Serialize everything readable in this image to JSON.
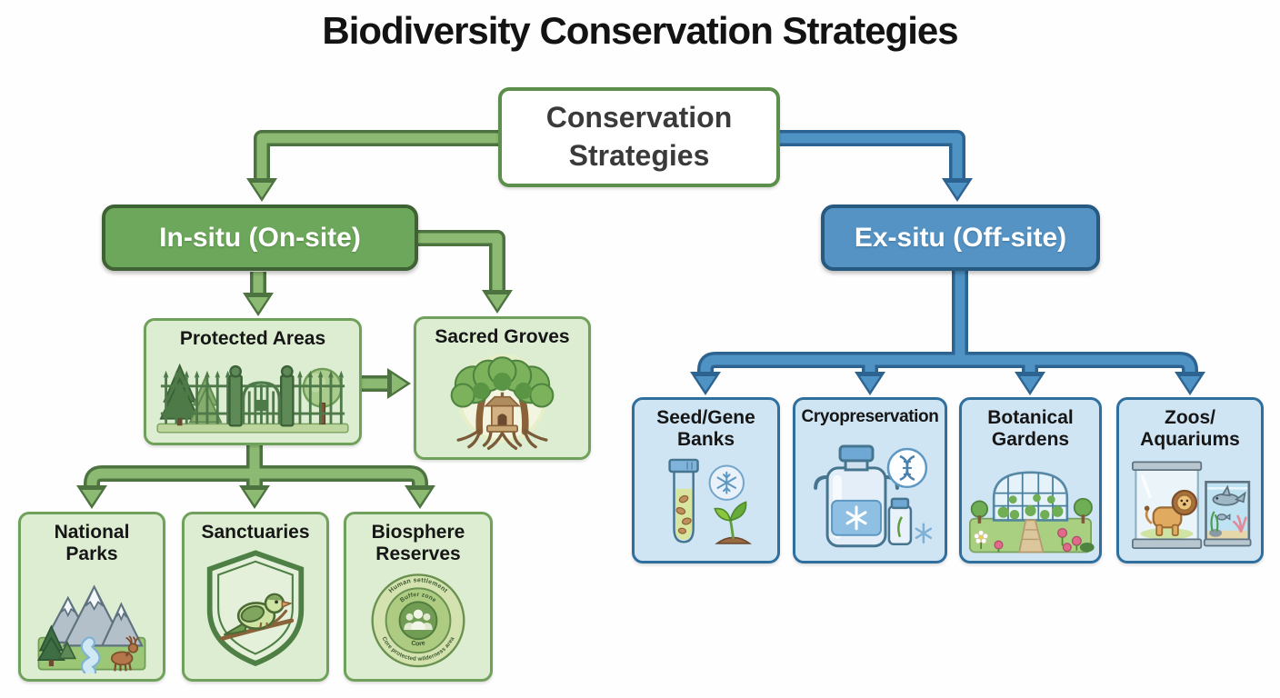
{
  "title": "Biodiversity Conservation Strategies",
  "root": {
    "lines": [
      "Conservation",
      "Strategies"
    ]
  },
  "branches": {
    "in_situ": {
      "label": "In-situ (On-site)"
    },
    "ex_situ": {
      "label": "Ex-situ (Off-site)"
    }
  },
  "nodes": {
    "protected_areas": {
      "lines": [
        "Protected Areas"
      ],
      "icon": "park-gate-icon"
    },
    "sacred_groves": {
      "lines": [
        "Sacred Groves"
      ],
      "icon": "sacred-grove-shrine-icon"
    },
    "national_parks": {
      "lines": [
        "National",
        "Parks"
      ],
      "icon": "mountains-river-deer-icon"
    },
    "sanctuaries": {
      "lines": [
        "Sanctuaries"
      ],
      "icon": "shield-bird-icon"
    },
    "biosphere_reserves": {
      "lines": [
        "Biosphere",
        "Reserves"
      ],
      "icon": "concentric-zones-icon",
      "zones": {
        "outer_top": "Human settlement",
        "buffer": "Buffer zone",
        "core": "Core",
        "outer_bottom": "Core protected wilderness area"
      }
    },
    "seed_gene_banks": {
      "lines": [
        "Seed/Gene",
        "Banks"
      ],
      "icon": "seed-tube-sprout-icon"
    },
    "cryopreservation": {
      "lines": [
        "Cryopreservation"
      ],
      "icon": "cryo-tank-dna-icon"
    },
    "botanical_gardens": {
      "lines": [
        "Botanical",
        "Gardens"
      ],
      "icon": "greenhouse-icon"
    },
    "zoos_aquariums": {
      "lines": [
        "Zoos/",
        "Aquariums"
      ],
      "icon": "lion-aquarium-icon"
    }
  },
  "colors": {
    "green_branch_fill": "#6ca75b",
    "green_branch_border": "#3e6233",
    "green_leaf_fill": "#ddedd2",
    "green_leaf_border": "#70a15c",
    "green_arrow_fill": "#8cba72",
    "green_arrow_outline": "#4c7340",
    "blue_branch_fill": "#5493c4",
    "blue_branch_border": "#275a80",
    "blue_leaf_fill": "#d0e5f4",
    "blue_leaf_border": "#2f6f9e",
    "blue_arrow_fill": "#4f93c5",
    "blue_arrow_outline": "#2d6390",
    "root_border": "#5c8f4b",
    "title_color": "#131313"
  }
}
